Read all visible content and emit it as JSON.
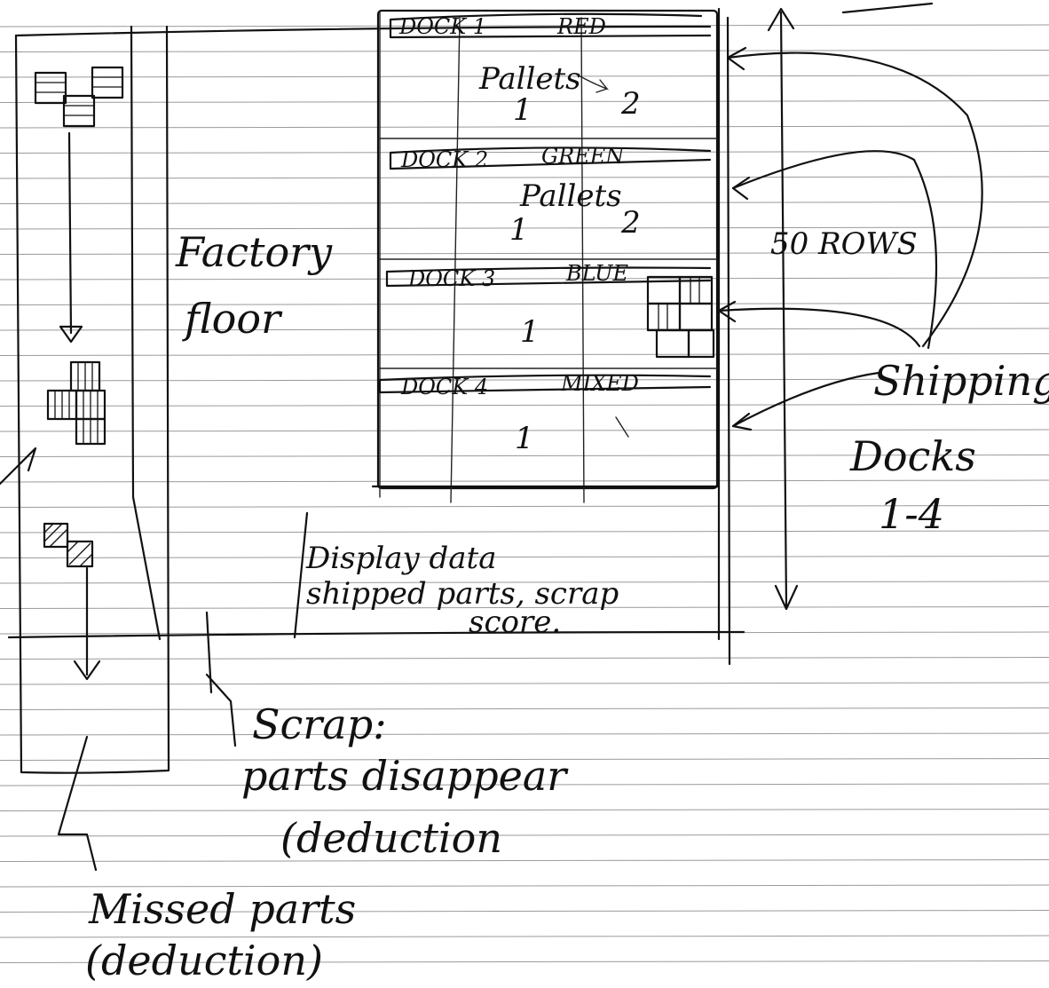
{
  "labels": {
    "factory_floor_line1": "Factory",
    "factory_floor_line2": "floor",
    "rows": "50 ROWS",
    "shipping_docks_line1": "Shipping",
    "shipping_docks_line2": "Docks",
    "shipping_docks_line3": "1-4",
    "display_line1": "Display data",
    "display_line2": "shipped parts, scrap",
    "display_line3": "score.",
    "scrap_line1": "Scrap:",
    "scrap_line2": "parts disappear",
    "scrap_line3": "(deduction",
    "missed_line1": "Missed parts",
    "missed_line2": "(deduction)"
  },
  "docks": [
    {
      "label": "DOCK 1",
      "color": "RED",
      "pallets_label": "Pallets",
      "left_pallet": "1",
      "right_pallet": "2"
    },
    {
      "label": "DOCK 2",
      "color": "GREEN",
      "pallets_label": "Pallets",
      "left_pallet": "1",
      "right_pallet": "2"
    },
    {
      "label": "DOCK 3",
      "color": "BLUE",
      "pallets_label": "",
      "left_pallet": "1",
      "right_pallet": ""
    },
    {
      "label": "DOCK 4",
      "color": "MIXED",
      "pallets_label": "",
      "left_pallet": "1",
      "right_pallet": ""
    }
  ]
}
